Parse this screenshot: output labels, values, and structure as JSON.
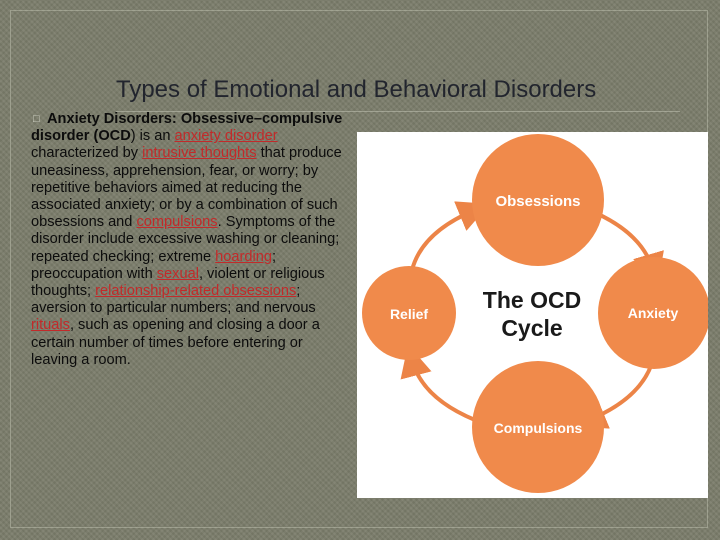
{
  "slide": {
    "title": "Types of Emotional and Behavioral Disorders",
    "bullet_glyph": "□",
    "paragraph": [
      {
        "text": "Anxiety Disorders: Obsessive–compulsive disorder (",
        "style": "bold"
      },
      {
        "text": "OCD",
        "style": "bold"
      },
      {
        "text": ") is an ",
        "style": "plain"
      },
      {
        "text": "anxiety disorder",
        "style": "link"
      },
      {
        "text": " characterized by ",
        "style": "plain"
      },
      {
        "text": "intrusive thoughts",
        "style": "link"
      },
      {
        "text": " that produce uneasiness, apprehension, fear, or worry; by repetitive behaviors aimed at reducing the associated anxiety; or by a combination of such obsessions and ",
        "style": "plain"
      },
      {
        "text": "compulsions",
        "style": "link"
      },
      {
        "text": ". Symptoms of the disorder include excessive washing or cleaning; repeated checking; extreme ",
        "style": "plain"
      },
      {
        "text": "hoarding",
        "style": "link"
      },
      {
        "text": "; preoccupation with ",
        "style": "plain"
      },
      {
        "text": "sexual",
        "style": "link"
      },
      {
        "text": ", violent or religious thoughts; ",
        "style": "plain"
      },
      {
        "text": "relationship-related obsessions",
        "style": "link"
      },
      {
        "text": "; aversion to particular numbers; and nervous ",
        "style": "plain"
      },
      {
        "text": "rituals",
        "style": "link"
      },
      {
        "text": ", such as opening and closing a door a certain number of times before entering or leaving a room.",
        "style": "plain"
      }
    ]
  },
  "diagram": {
    "center_line1": "The OCD",
    "center_line2": "Cycle",
    "nodes": {
      "top": "Obsessions",
      "right": "Anxiety",
      "bottom": "Compulsions",
      "left": "Relief"
    },
    "colors": {
      "node_fill": "#f08a4b",
      "arrow": "#ec8447",
      "center_text": "#1a1a1a",
      "node_text": "#ffffff"
    }
  }
}
